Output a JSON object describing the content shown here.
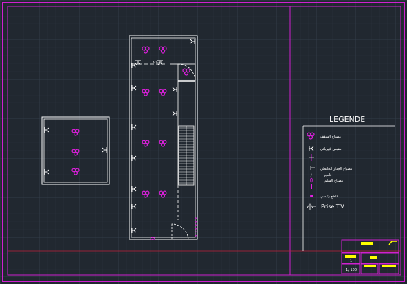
{
  "colors": {
    "background": "#212830",
    "grid": "#2d3540",
    "frame": "#d020d0",
    "walls": "#ffffff",
    "fixture": "#e020e0",
    "red_line": "#c0203a",
    "titleblock_fill": "#ffff00"
  },
  "legend": {
    "title": "LEGENDE",
    "items": [
      {
        "icon": "ceiling-light-cluster-icon",
        "label": "مصباح السقف"
      },
      {
        "icon": "wall-socket-icon",
        "label": "مقبس كهربائي"
      },
      {
        "icon": "switch-icon",
        "label": ""
      },
      {
        "icon": "wall-light-icon",
        "label": "مصباح الجدار الحائطي"
      },
      {
        "icon": "outlet-icon",
        "label": "قاطع"
      },
      {
        "icon": "stair-light-icon",
        "label": "مصباح السلم"
      },
      {
        "icon": "panel-icon",
        "label": ""
      },
      {
        "icon": "distribution-icon",
        "label": "قاطع رئيسي"
      },
      {
        "icon": "tv-socket-icon",
        "label": "Prise T.V"
      }
    ]
  },
  "plan": {
    "door_label": "AD=80"
  },
  "title_block": {
    "sheet_number": "1",
    "scale": "1/ 100"
  }
}
